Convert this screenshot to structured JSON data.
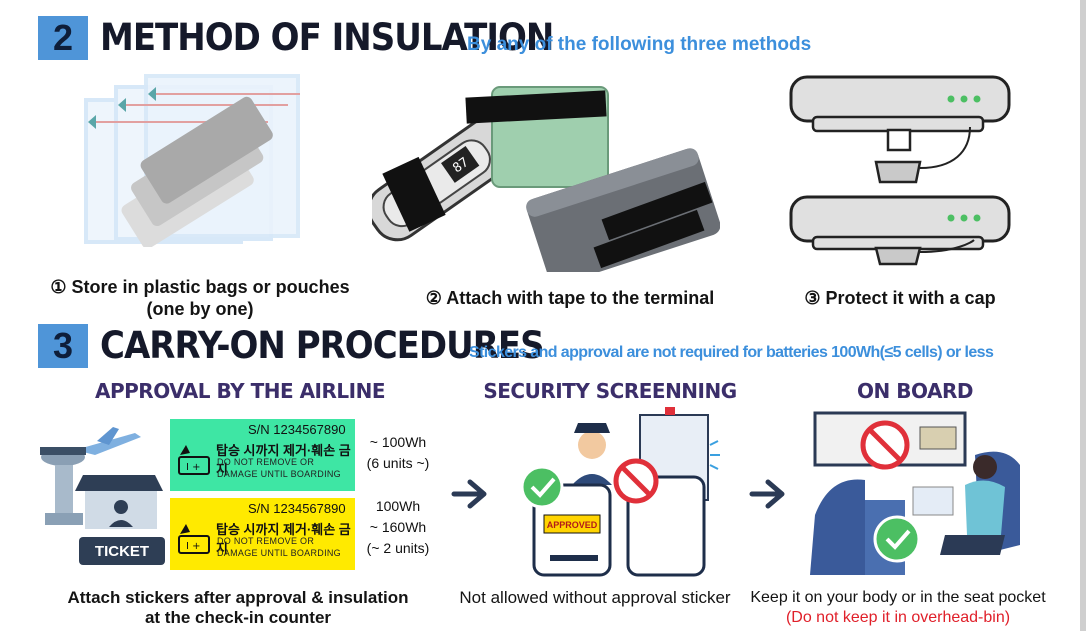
{
  "section2": {
    "number": "2",
    "title": "METHOD OF INSULATION",
    "subtitle": "By any of the following three methods",
    "methods": [
      {
        "caption_line1": "① Store in plastic bags or pouches",
        "caption_line2": "(one by one)"
      },
      {
        "caption_line1": "② Attach with tape to the terminal"
      },
      {
        "caption_line1": "③ Protect it with a cap"
      }
    ],
    "battery_display": "87"
  },
  "section3": {
    "number": "3",
    "title": "CARRY-ON PROCEDURES",
    "subtitle": "Stickers and approval are not required for batteries 100Wh(≤5 cells) or less",
    "steps": [
      {
        "heading": "APPROVAL BY THE AIRLINE",
        "caption_line1": "Attach stickers after approval & insulation",
        "caption_line2": "at the check-in counter"
      },
      {
        "heading": "SECURITY SCREENNING",
        "caption_line1": "Not allowed without approval sticker"
      },
      {
        "heading": "ON BOARD",
        "caption_line1": "Keep it on your body or in the seat pocket",
        "caption_line2": "(Do not keep it in overhead-bin)"
      }
    ],
    "ticket_label": "TICKET",
    "approved_label": "APPROVED",
    "stickers": [
      {
        "serial": "S/N  1234567890",
        "korean": "탑승 시까지 제거·훼손 금지",
        "warn1": "DO NOT REMOVE OR",
        "warn2": "DAMAGE UNTIL BOARDING",
        "color": "#3ee6a4",
        "spec1": "~ 100Wh",
        "spec2": "(6 units ~)"
      },
      {
        "serial": "S/N  1234567890",
        "korean": "탑승 시까지 제거·훼손 금지",
        "warn1": "DO NOT REMOVE OR",
        "warn2": "DAMAGE UNTIL BOARDING",
        "color": "#ffea00",
        "spec1": "100Wh",
        "spec2": "~ 160Wh",
        "spec3": "(~ 2 units)"
      }
    ]
  }
}
